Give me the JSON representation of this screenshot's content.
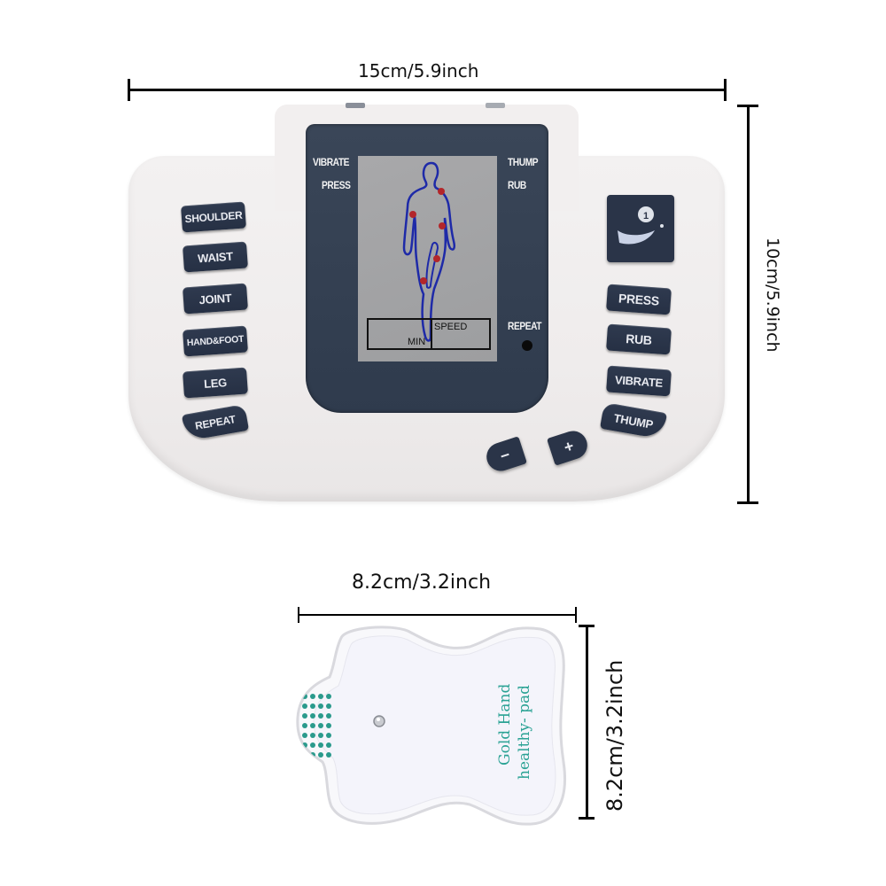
{
  "device": {
    "dimensions": {
      "width_label": "15cm/5.9inch",
      "height_label": "10cm/5.9inch"
    },
    "screen": {
      "left_labels": [
        "VIBRATE",
        "PRESS"
      ],
      "right_labels": [
        "THUMP",
        "RUB"
      ],
      "min_label": "MIN",
      "speed_label": "SPEED",
      "repeat_label": "REPEAT"
    },
    "left_buttons": [
      "SHOULDER",
      "WAIST",
      "JOINT",
      "HAND&FOOT",
      "LEG",
      "REPEAT"
    ],
    "right_buttons": [
      "PRESS",
      "RUB",
      "VIBRATE",
      "THUMP"
    ],
    "power_button_label": "1",
    "minus_label": "−",
    "plus_label": "+",
    "colors": {
      "body": "#f0eded",
      "screen_frame": "#333f52",
      "lcd": "#a3a4a6",
      "button": "#2a3448",
      "figure_outline": "#1e2aa8",
      "acupoint": "#b3262a"
    }
  },
  "pad": {
    "width_label": "8.2cm/3.2inch",
    "height_label": "8.2cm/3.2inch",
    "brand_line1": "Gold Hand",
    "brand_line2": "healthy- pad",
    "colors": {
      "text": "#2aa294",
      "dots": "#2a9a8c"
    }
  }
}
